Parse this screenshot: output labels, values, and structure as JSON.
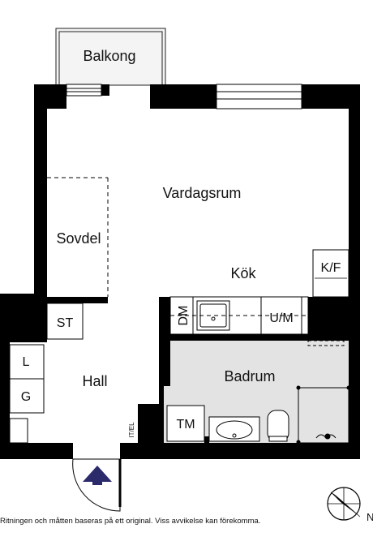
{
  "rooms": {
    "balcony": "Balkong",
    "living": "Vardagsrum",
    "sleeping": "Sovdel",
    "kitchen": "Kök",
    "hall": "Hall",
    "bathroom": "Badrum"
  },
  "fixtures": {
    "fridge_freezer": "K/F",
    "wardrobe_st": "ST",
    "dishwasher": "DM",
    "microwave": "U/M",
    "wardrobe_l": "L",
    "wardrobe_g": "G",
    "dryer": "TM",
    "electric_panel": "IT/EL"
  },
  "footer": {
    "disclaimer": "Ritningen och måtten baseras på ett original. Viss avvikelse kan förekomma.",
    "north": "N"
  },
  "colors": {
    "wall": "#000000",
    "bathroom_floor": "#e3e3e3",
    "entrance_arrow": "#2b2a6b"
  }
}
